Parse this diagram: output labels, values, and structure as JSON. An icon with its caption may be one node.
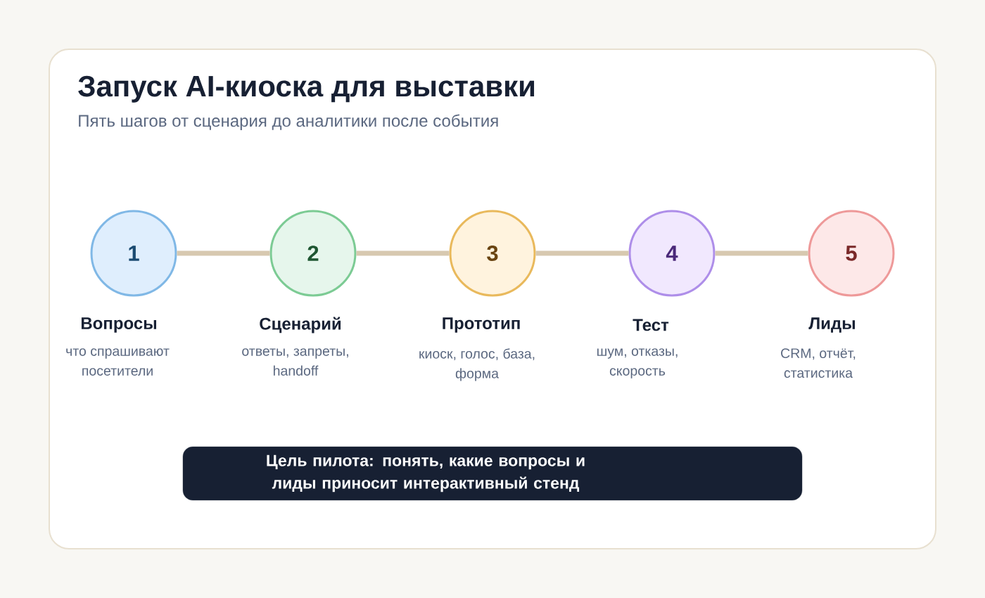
{
  "diagram": {
    "title": "Запуск AI-киоска для выставки",
    "nodes": [
      {
        "text": [
          "1"
        ],
        "beside": [
          "Вопросы",
          "что спрашивают посетители"
        ]
      },
      {
        "text": [
          "2"
        ],
        "beside": [
          "Сценарий",
          "ответы, запреты, handoff"
        ]
      },
      {
        "text": [
          "3"
        ],
        "beside": [
          "Прототип",
          "киоск, голос, база, форма"
        ]
      },
      {
        "text": [
          "4"
        ],
        "beside": [
          "Тест",
          "шум, отказы, скорость"
        ]
      },
      {
        "text": [
          "5"
        ],
        "beside": [
          "Лиды",
          "CRM, отчёт, статистика"
        ]
      },
      {
        "text": [
          "Цель пилота: понять, какие вопросы и лиды приносит интерактивный стенд"
        ]
      }
    ],
    "edges": [
      {
        "from": 0,
        "to": 1,
        "arrow": "none"
      },
      {
        "from": 1,
        "to": 2,
        "arrow": "none"
      },
      {
        "from": 2,
        "to": 3,
        "arrow": "none"
      },
      {
        "from": 3,
        "to": 4,
        "arrow": "none"
      }
    ],
    "labels": [
      "Пять шагов от сценария до аналитики после события"
    ]
  }
}
